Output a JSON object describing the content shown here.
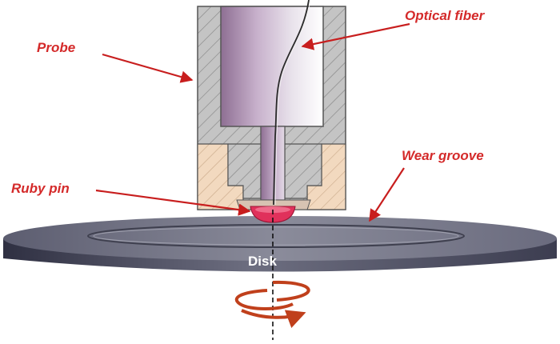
{
  "labels": {
    "probe": "Probe",
    "optical_fiber": "Optical fiber",
    "wear_groove": "Wear groove",
    "ruby_pin": "Ruby pin",
    "disk": "Disk"
  },
  "colors": {
    "callout_text": "#d42a2a",
    "arrow": "#c81e1e",
    "probe_body": "#c4c4c4",
    "probe_hatch": "#8a8a8a",
    "fiber_bore": "#a58aa8",
    "holder_insert": "#f2d9bf",
    "ruby": "#e0315b",
    "disk_top": "#6f7182",
    "disk_edge": "#4a4b5e",
    "rotation_arrow": "#c0401c"
  },
  "icons": {
    "rotation": "rotation-arrow-icon"
  }
}
